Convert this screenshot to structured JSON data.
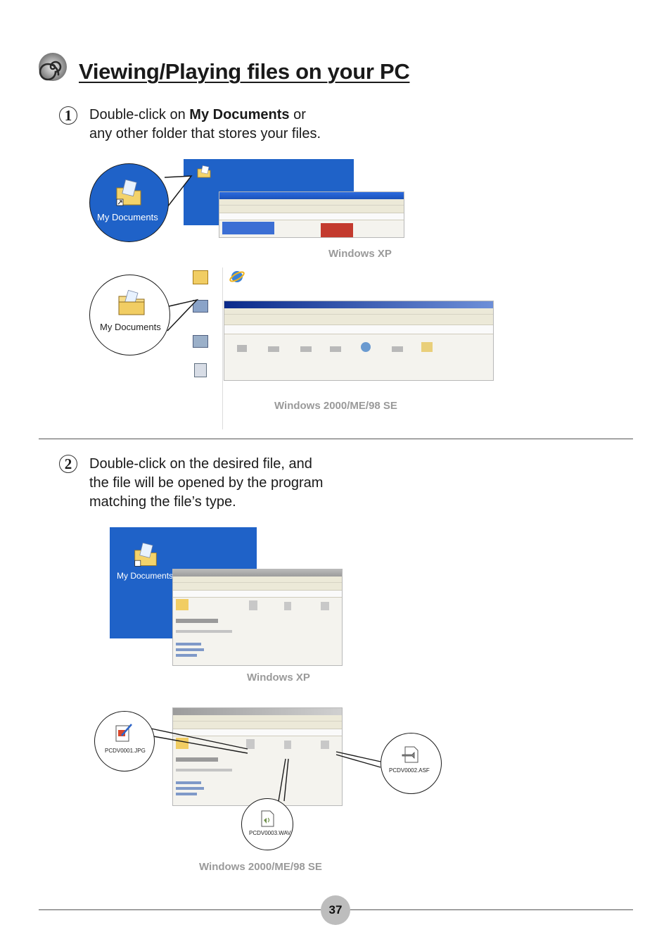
{
  "header": {
    "title": "Viewing/Playing files on your PC"
  },
  "steps": [
    {
      "number": "1",
      "line1_prefix": "Double-click on ",
      "line1_bold": "My Documents",
      "line1_suffix": " or",
      "line2": "any other folder that stores your files."
    },
    {
      "number": "2",
      "line1": "Double-click on the desired file, and",
      "line2": "the file will be opened by the program",
      "line3": "matching the file’s type."
    }
  ],
  "icons": {
    "my_documents": "My Documents"
  },
  "files": {
    "jpg": "PCDV0001.JPG",
    "asf": "PCDV0002.ASF",
    "wav": "PCDV0003.WAV"
  },
  "captions": {
    "xp_1": "Windows XP",
    "w2k_1": "Windows 2000/ME/98 SE",
    "xp_2": "Windows XP",
    "w2k_2": "Windows 2000/ME/98 SE"
  },
  "footer": {
    "page_number": "37"
  },
  "colors": {
    "xp_blue": "#1f62c8",
    "caption_gray": "#9a9a9a",
    "badge_gray": "#bdbdbd"
  }
}
